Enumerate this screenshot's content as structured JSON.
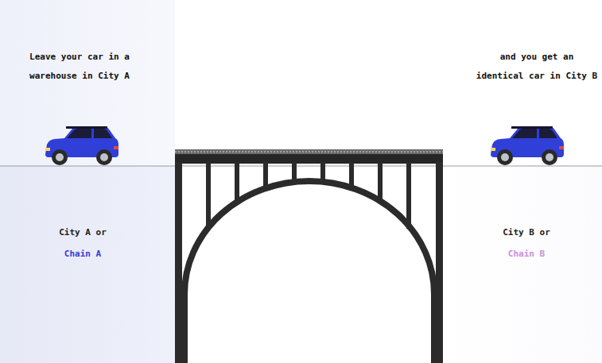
{
  "diagram": {
    "labels": [
      "Leave your car in a warehouse in City A",
      "and you get an identical car in City B",
      "City A or",
      "Chain A",
      "City B or",
      "Chain B"
    ]
  }
}
